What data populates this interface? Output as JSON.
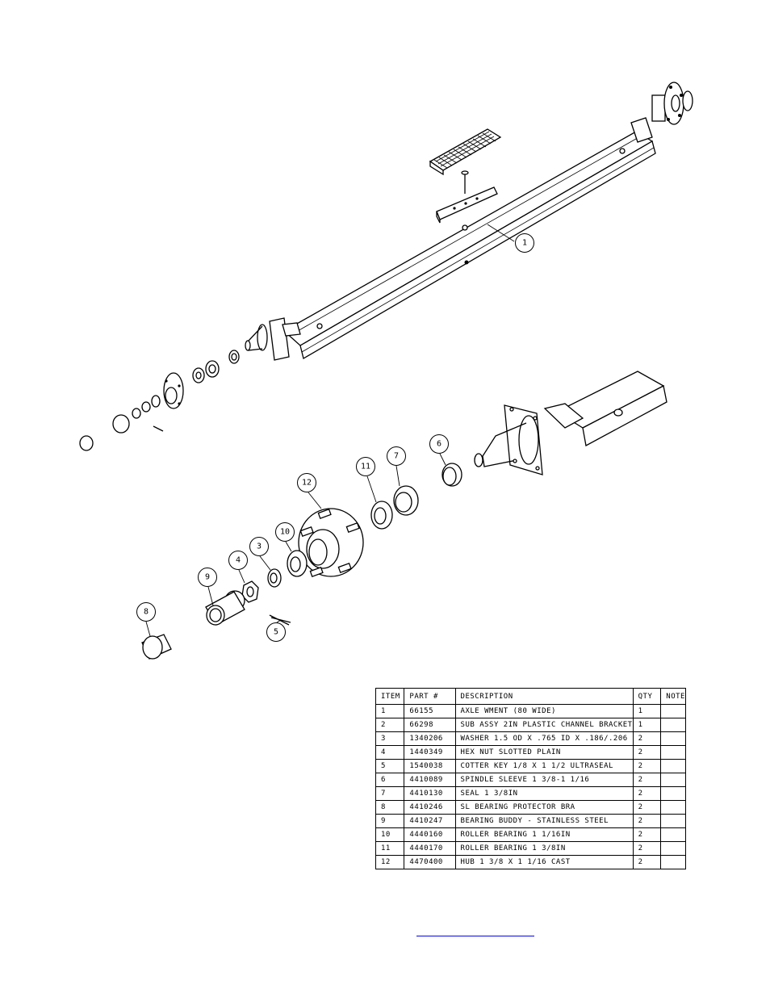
{
  "callouts": [
    {
      "num": "1"
    },
    {
      "num": "3"
    },
    {
      "num": "4"
    },
    {
      "num": "5"
    },
    {
      "num": "6"
    },
    {
      "num": "7"
    },
    {
      "num": "8"
    },
    {
      "num": "9"
    },
    {
      "num": "10"
    },
    {
      "num": "11"
    },
    {
      "num": "12"
    }
  ],
  "bom": {
    "headers": [
      "ITEM",
      "PART #",
      "DESCRIPTION",
      "QTY",
      "NOTE"
    ],
    "rows": [
      {
        "item": "1",
        "part": "66155",
        "desc": "AXLE WMENT (80 WIDE)",
        "qty": "1",
        "note": ""
      },
      {
        "item": "2",
        "part": "66298",
        "desc": "SUB ASSY 2IN PLASTIC CHANNEL BRACKET",
        "qty": "1",
        "note": ""
      },
      {
        "item": "3",
        "part": "1340206",
        "desc": "WASHER 1.5 OD X .765 ID X .186/.206",
        "qty": "2",
        "note": ""
      },
      {
        "item": "4",
        "part": "1440349",
        "desc": "HEX NUT SLOTTED PLAIN",
        "qty": "2",
        "note": ""
      },
      {
        "item": "5",
        "part": "1540038",
        "desc": "COTTER KEY 1/8 X 1 1/2 ULTRASEAL",
        "qty": "2",
        "note": ""
      },
      {
        "item": "6",
        "part": "4410089",
        "desc": "SPINDLE SLEEVE  1 3/8-1 1/16",
        "qty": "2",
        "note": ""
      },
      {
        "item": "7",
        "part": "4410130",
        "desc": "SEAL  1 3/8IN",
        "qty": "2",
        "note": ""
      },
      {
        "item": "8",
        "part": "4410246",
        "desc": "SL BEARING PROTECTOR BRA",
        "qty": "2",
        "note": ""
      },
      {
        "item": "9",
        "part": "4410247",
        "desc": "BEARING BUDDY - STAINLESS STEEL",
        "qty": "2",
        "note": ""
      },
      {
        "item": "10",
        "part": "4440160",
        "desc": "ROLLER BEARING   1 1/16IN",
        "qty": "2",
        "note": ""
      },
      {
        "item": "11",
        "part": "4440170",
        "desc": "ROLLER BEARING   1 3/8IN",
        "qty": "2",
        "note": ""
      },
      {
        "item": "12",
        "part": "4470400",
        "desc": "HUB  1 3/8 X 1 1/16 CAST",
        "qty": "2",
        "note": ""
      }
    ]
  }
}
